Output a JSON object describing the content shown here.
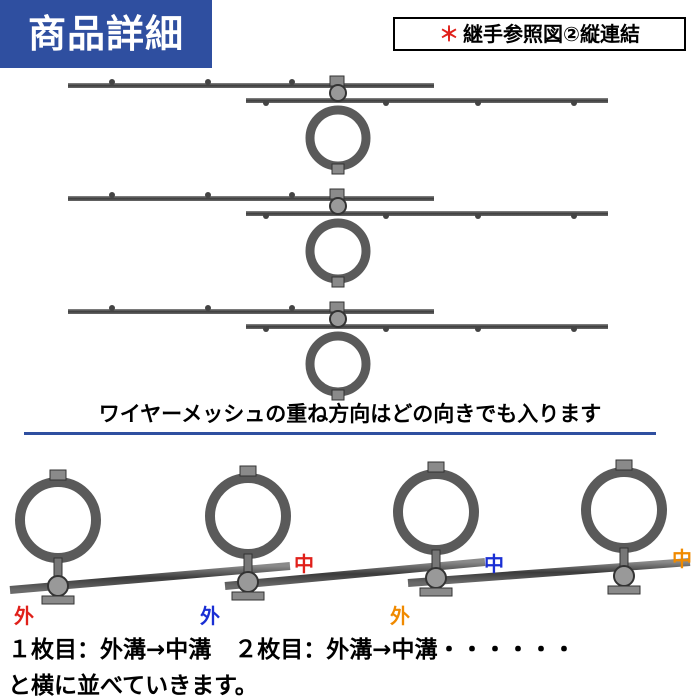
{
  "header": {
    "title": "商品詳細",
    "ref_mark": "＊",
    "ref_label": "継手参照図②縦連結"
  },
  "caption": "ワイヤーメッシュの重ね方向はどの向きでも入ります",
  "joints": [
    {
      "outer_label": "外",
      "middle_label": "中",
      "color": "#e0201a"
    },
    {
      "outer_label": "外",
      "middle_label": "中",
      "color": "#1a2fd4"
    },
    {
      "outer_label": "外",
      "middle_label": "中",
      "color": "#f08a00"
    }
  ],
  "steps": {
    "line1": "１枚目：外溝→中溝　２枚目：外溝→中溝・・・・・・",
    "line2": "と横に並べていきます。"
  },
  "colors": {
    "accent": "#2f4fa0",
    "metal": "#555555"
  }
}
